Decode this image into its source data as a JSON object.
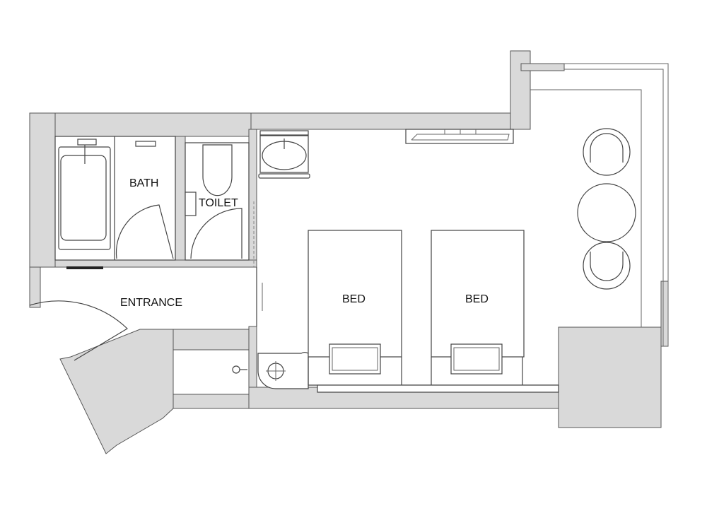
{
  "floorplan": {
    "rooms": {
      "bath": "BATH",
      "toilet": "TOILET",
      "entrance": "ENTRANCE",
      "bed_left": "BED",
      "bed_right": "BED"
    },
    "colors": {
      "wall": "#d9d9d9",
      "line": "#444444",
      "background": "#ffffff"
    }
  }
}
